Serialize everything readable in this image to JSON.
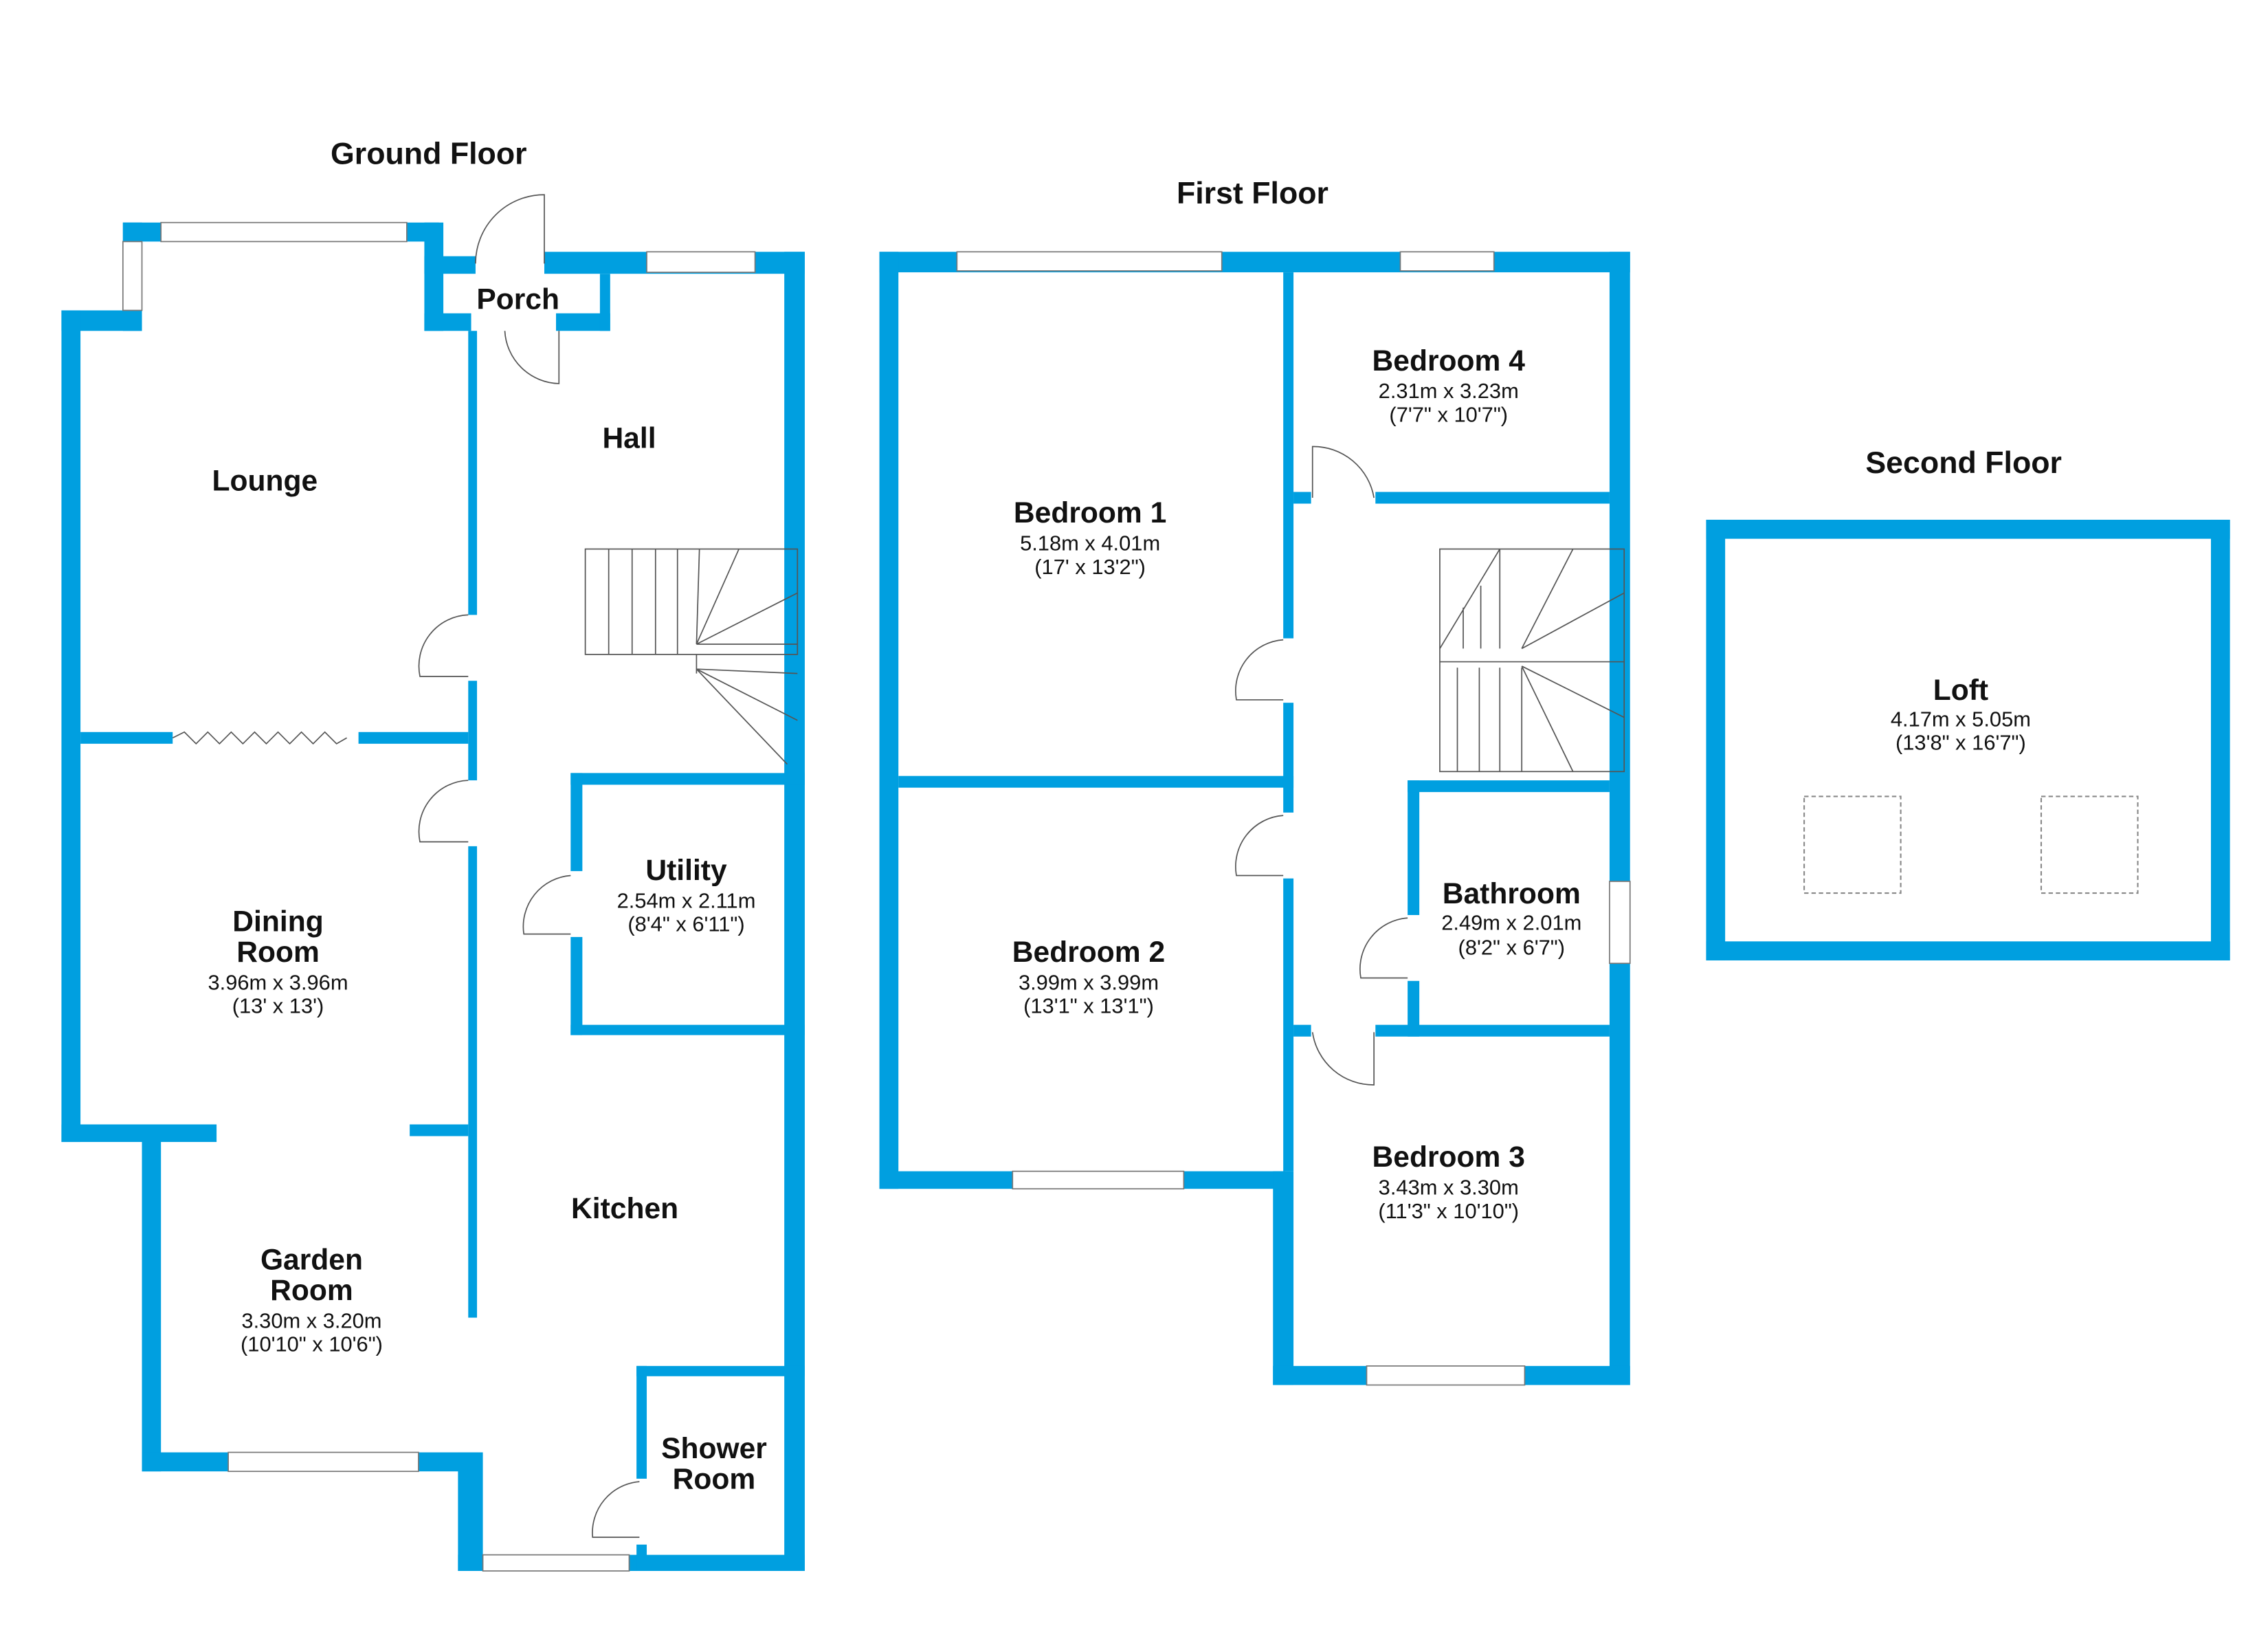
{
  "colors": {
    "wall": "#009FE0",
    "background": "#FFFFFF",
    "text": "#111111"
  },
  "floors": {
    "ground": {
      "title": "Ground Floor",
      "rooms": {
        "porch": {
          "name": "Porch"
        },
        "hall": {
          "name": "Hall"
        },
        "lounge": {
          "name": "Lounge"
        },
        "utility": {
          "name": "Utility",
          "metric": "2.54m x 2.11m",
          "imperial": "(8'4\" x 6'11\")"
        },
        "dining": {
          "name_line1": "Dining",
          "name_line2": "Room",
          "metric": "3.96m x 3.96m",
          "imperial": "(13' x 13')"
        },
        "kitchen": {
          "name": "Kitchen"
        },
        "garden": {
          "name_line1": "Garden",
          "name_line2": "Room",
          "metric": "3.30m x 3.20m",
          "imperial": "(10'10\" x 10'6\")"
        },
        "shower": {
          "name_line1": "Shower",
          "name_line2": "Room"
        }
      }
    },
    "first": {
      "title": "First Floor",
      "rooms": {
        "bedroom1": {
          "name": "Bedroom 1",
          "metric": "5.18m x 4.01m",
          "imperial": "(17' x 13'2\")"
        },
        "bedroom4": {
          "name": "Bedroom 4",
          "metric": "2.31m x 3.23m",
          "imperial": "(7'7\" x 10'7\")"
        },
        "bedroom2": {
          "name": "Bedroom 2",
          "metric": "3.99m x 3.99m",
          "imperial": "(13'1\" x 13'1\")"
        },
        "bathroom": {
          "name": "Bathroom",
          "metric": "2.49m x 2.01m",
          "imperial": "(8'2\" x 6'7\")"
        },
        "bedroom3": {
          "name": "Bedroom 3",
          "metric": "3.43m x 3.30m",
          "imperial": "(11'3\" x 10'10\")"
        }
      }
    },
    "second": {
      "title": "Second Floor",
      "rooms": {
        "loft": {
          "name": "Loft",
          "metric": "4.17m x 5.05m",
          "imperial": "(13'8\" x 16'7\")"
        }
      }
    }
  }
}
